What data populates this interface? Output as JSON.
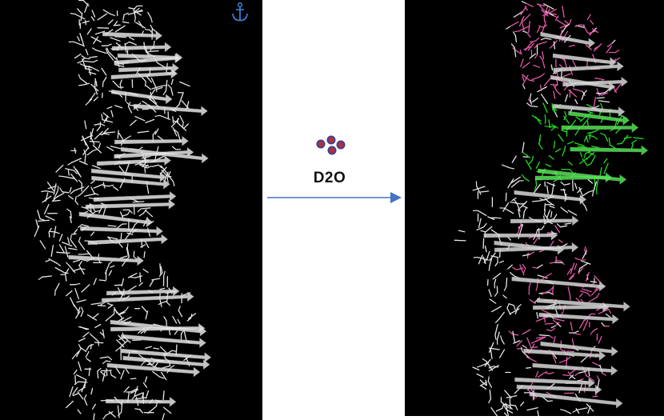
{
  "reagent": {
    "label": "D2O",
    "molecule_count": 4,
    "molecule_color": "#b03040",
    "molecule_stroke": "#3a3f8f"
  },
  "arrow": {
    "color": "#4472c4",
    "direction": "right"
  },
  "panels": [
    {
      "id": "left",
      "description_state": "before",
      "structure_color": "#e6e6e6",
      "background": "#000000"
    },
    {
      "id": "right",
      "description_state": "after",
      "structure_color": "#e6e6e6",
      "highlight_colors": {
        "exchange": "#e45aa8",
        "protected": "#22dd22"
      },
      "background": "#000000"
    }
  ],
  "icons": {
    "corner_icon": "anchor-icon",
    "corner_icon_color": "#3b7bd4"
  }
}
